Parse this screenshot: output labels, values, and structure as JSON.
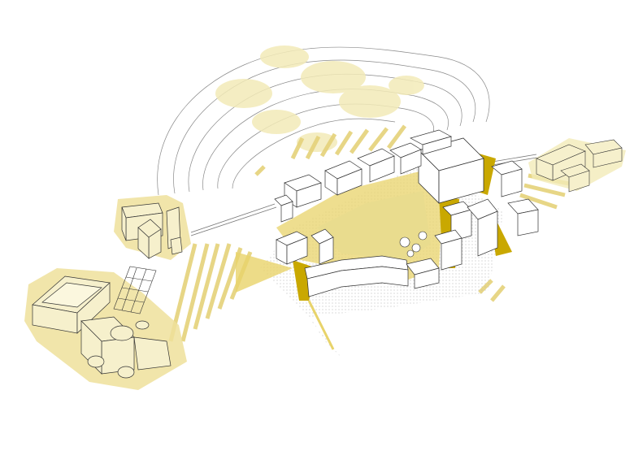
{
  "diagram": {
    "type": "axonometric-urban-site-diagram",
    "has_text_labels": false
  },
  "colors": {
    "background": "#ffffff",
    "highlight_yellow": "#e8d36a",
    "pale_yellow": "#f3ebb8",
    "building_fill": "#f6f0cc",
    "dark_gold": "#c9a800",
    "outline": "#333333",
    "contour_line": "#8a8a8a",
    "hatch": "#d8c25a"
  },
  "icons": {
    "site": "axonometric-city-block",
    "landmarks": [
      "castle-building",
      "palace-with-domes",
      "factory-blocks"
    ]
  }
}
